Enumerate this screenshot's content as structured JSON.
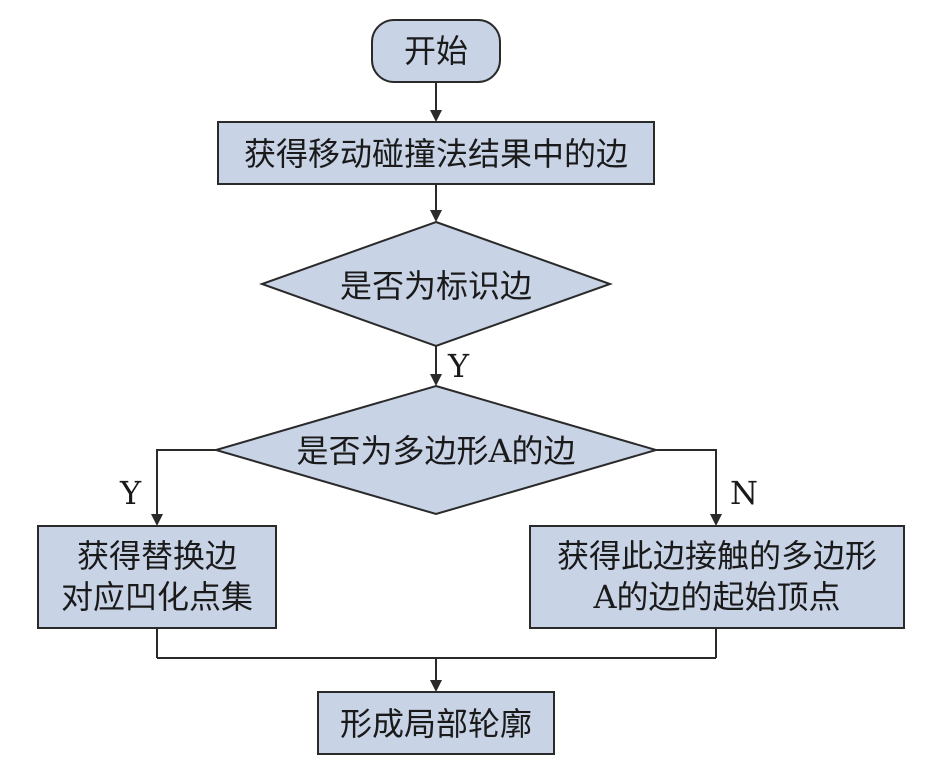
{
  "colors": {
    "node_fill": "#c8d3e6",
    "stroke": "#2a2a2a",
    "text": "#1a1a1a"
  },
  "nodes": {
    "start": "开始",
    "get_edges": "获得移动碰撞法结果中的边",
    "is_marked": "是否为标识边",
    "is_poly_a": "是否为多边形A的边",
    "replace_line1": "获得替换边",
    "replace_line2": "对应凹化点集",
    "contact_line1": "获得此边接触的多边形",
    "contact_line2": "A的边的起始顶点",
    "form_contour": "形成局部轮廓"
  },
  "edge_labels": {
    "marked_yes": "Y",
    "poly_yes": "Y",
    "poly_no": "N"
  }
}
